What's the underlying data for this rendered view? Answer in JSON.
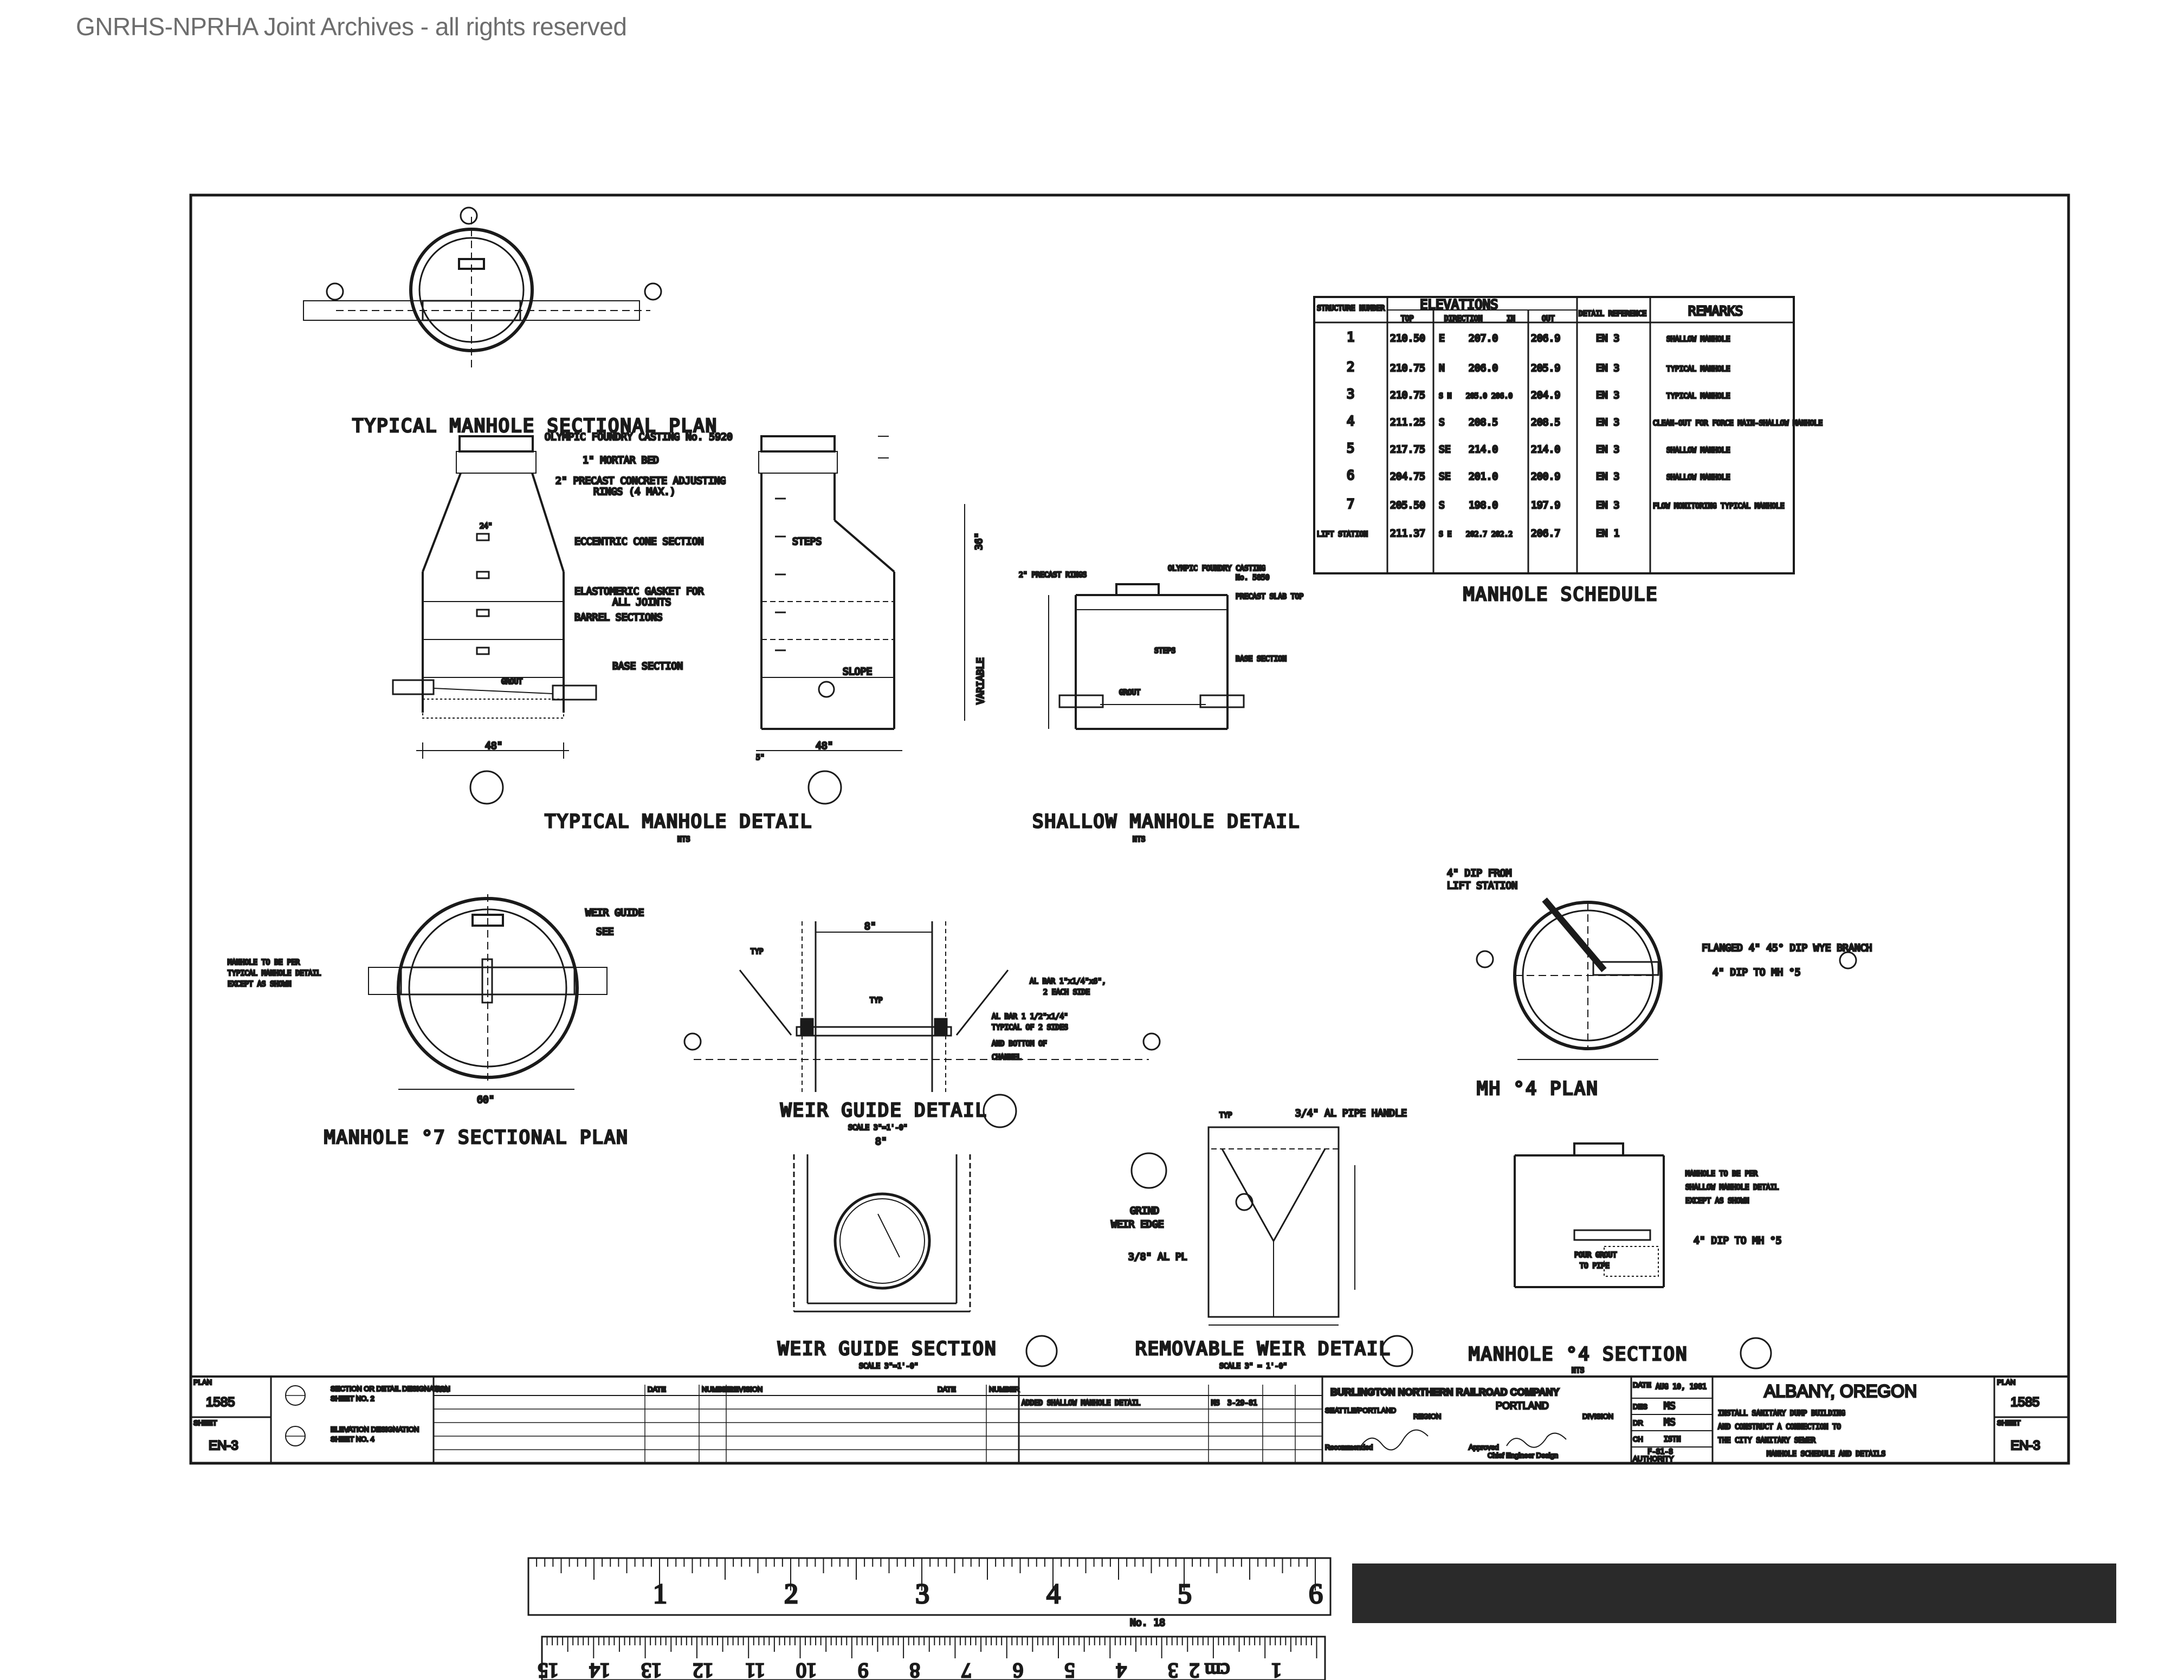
{
  "header": {
    "watermark": "GNRHS-NPRHA Joint Archives - all rights reserved"
  },
  "drawings": {
    "typical_plan_title": "TYPICAL MANHOLE SECTIONAL PLAN",
    "typical_detail_title": "TYPICAL MANHOLE DETAIL",
    "typical_detail_nts": "NTS",
    "shallow_detail_title": "SHALLOW MANHOLE DETAIL",
    "shallow_detail_nts": "NTS",
    "mh7_plan_title": "MANHOLE °7 SECTIONAL PLAN",
    "weir_guide_detail_title": "WEIR GUIDE DETAIL",
    "weir_guide_detail_scale": "SCALE 3\"=1'-0\"",
    "weir_guide_section_title": "WEIR GUIDE SECTION",
    "weir_guide_section_scale": "SCALE 3\"=1'-0\"",
    "removable_weir_title": "REMOVABLE WEIR DETAIL",
    "removable_weir_scale": "SCALE 3\" = 1'-0\"",
    "mh4_plan_title": "MH °4 PLAN",
    "mh4_section_title": "MANHOLE °4 SECTION",
    "mh4_section_nts": "NTS",
    "callouts": {
      "casting": "OLYMPIC FOUNDRY CASTING No. 5920",
      "mortar": "1\" MORTAR BED",
      "precast_rings": "2\" PRECAST CONCRETE ADJUSTING",
      "precast_rings2": "RINGS (4 MAX.)",
      "eccentric": "ECCENTRIC CONE SECTION",
      "gasket": "ELASTOMERIC GASKET FOR",
      "gasket2": "ALL JOINTS",
      "barrel": "BARREL SECTIONS",
      "base": "BASE SECTION",
      "grout": "GROUT",
      "steps": "STEPS",
      "slope": "SLOPE",
      "variable": "VARIABLE",
      "dim_36": "36\"",
      "dim_48": "48\"",
      "dim_5": "5\"",
      "dim_24": "24\"",
      "sh_precast_rings": "2\" PRECAST RINGS",
      "sh_casting": "OLYMPIC FOUNDRY CASTING",
      "sh_casting2": "No. 5850",
      "sh_slab": "PRECAST SLAB TOP",
      "sh_steps": "STEPS",
      "sh_base": "BASE SECTION",
      "sh_grout": "GROUT",
      "weir_guide": "WEIR GUIDE",
      "weir_see": "SEE",
      "mh7_note1": "MANHOLE TO BE PER",
      "mh7_note2": "TYPICAL MANHOLE DETAIL",
      "mh7_note3": "EXCEPT AS SHOWN",
      "dim_60": "60\"",
      "dim_8": "8\"",
      "al_bar1": "AL BAR 1\"x1/4\"x6\",",
      "al_bar1b": "2 EACH SIDE",
      "al_bar2": "AL BAR 1 1/2\"x1/4\"",
      "al_bar2b": "TYPICAL OF 2 SIDES",
      "al_bar2c": "AND BOTTOM OF",
      "al_bar2d": "CHANNEL",
      "typ": "TYP",
      "dip_from": "4\" DIP FROM",
      "lift_station": "LIFT STATION",
      "flanged": "FLANGED 4\" 45° DIP WYE BRANCH",
      "dip_to": "4\" DIP TO MH °5",
      "pipe_handle": "3/4\" AL PIPE HANDLE",
      "grind": "GRIND",
      "weir_edge": "WEIR EDGE",
      "al_pl": "3/8\" AL PL",
      "mh4_note1": "MANHOLE TO BE PER",
      "mh4_note2": "SHALLOW MANHOLE DETAIL",
      "mh4_note3": "EXCEPT AS SHOWN",
      "mh4_dip": "4\" DIP TO MH °5",
      "pour_grout": "POUR GROUT",
      "to_pipe": "TO PIPE"
    }
  },
  "schedule": {
    "title": "MANHOLE SCHEDULE",
    "group_header": "ELEVATIONS",
    "columns": [
      "STRUCTURE NUMBER",
      "TOP",
      "DIRECTION",
      "IN",
      "OUT",
      "DETAIL REFERENCE",
      "REMARKS"
    ],
    "rows": [
      {
        "num": "1",
        "top": "210.50",
        "dir": "E",
        "in": "207.0",
        "out": "206.9",
        "ref": "EN 3",
        "remarks": "SHALLOW MANHOLE"
      },
      {
        "num": "2",
        "top": "210.75",
        "dir": "N",
        "in": "206.0",
        "out": "205.9",
        "ref": "EN 3",
        "remarks": "TYPICAL MANHOLE"
      },
      {
        "num": "3",
        "top": "210.75",
        "dir": "S N",
        "in": "205.0 206.0",
        "out": "204.9",
        "ref": "EN 3",
        "remarks": "TYPICAL MANHOLE"
      },
      {
        "num": "4",
        "top": "211.25",
        "dir": "S",
        "in": "208.5",
        "out": "208.5",
        "ref": "EN 3",
        "remarks": "CLEAN-OUT FOR FORCE MAIN-SHALLOW MANHOLE"
      },
      {
        "num": "5",
        "top": "217.75",
        "dir": "SE",
        "in": "214.0",
        "out": "214.0",
        "ref": "EN 3",
        "remarks": "SHALLOW MANHOLE"
      },
      {
        "num": "6",
        "top": "204.75",
        "dir": "SE",
        "in": "201.0",
        "out": "200.9",
        "ref": "EN 3",
        "remarks": "SHALLOW MANHOLE"
      },
      {
        "num": "7",
        "top": "205.50",
        "dir": "S",
        "in": "198.0",
        "out": "197.9",
        "ref": "EN 3",
        "remarks": "FLOW MONITORING TYPICAL MANHOLE"
      },
      {
        "num": "LIFT STATION",
        "top": "211.37",
        "dir": "S E",
        "in": "202.7 202.2",
        "out": "206.7",
        "ref": "EN 1",
        "remarks": ""
      }
    ]
  },
  "title_block": {
    "plan_label": "PLAN",
    "plan_number": "1585",
    "sheet_label": "SHEET",
    "sheet_number": "EN-3",
    "legend_1": "SECTION OR DETAIL DESIGNATION",
    "legend_1b": "SHEET NO. 2",
    "legend_2": "ELEVATION DESIGNATION",
    "legend_2b": "SHEET NO. 4",
    "rev_headers": [
      "NO.",
      "DATE",
      "NUMBER",
      "REVISION",
      "DATE",
      "NUMBER"
    ],
    "revision_entry": "ADDED SHALLOW MANHOLE DETAIL",
    "revision_by": "MS",
    "revision_date": "3-29-81",
    "company": "BURLINGTON NORTHERN RAILROAD COMPANY",
    "region_city": "SEATTLE/PORTLAND",
    "region_label": "REGION",
    "division_name": "PORTLAND",
    "division_label": "DIVISION",
    "recommended": "Recommended",
    "approved": "Approved",
    "chief_engineer": "Chief Engineer Design",
    "date_label": "DATE",
    "date_value": "AUG 10, 1981",
    "des_label": "DES",
    "des_value": "MS",
    "dr_label": "DR",
    "dr_value": "MS",
    "ch_label": "CH",
    "ch_value": "ISTN",
    "authority_label": "AUTHORITY",
    "authority_value": "F-81-8",
    "location": "ALBANY, OREGON",
    "description_1": "INSTALL SANITARY DUMP BUILDING",
    "description_2": "AND CONSTRUCT A CONNECTION TO",
    "description_3": "THE CITY SANITARY SEWER",
    "description_4": "MANHOLE SCHEDULE AND DETAILS"
  },
  "ruler": {
    "inch_labels": [
      "1",
      "2",
      "3",
      "4",
      "5",
      "6"
    ],
    "cm_labels": [
      "1",
      "cm 2",
      "3",
      "4",
      "5",
      "6",
      "7",
      "8",
      "9",
      "10",
      "11",
      "12",
      "13",
      "14",
      "15"
    ],
    "model": "No. 18"
  }
}
